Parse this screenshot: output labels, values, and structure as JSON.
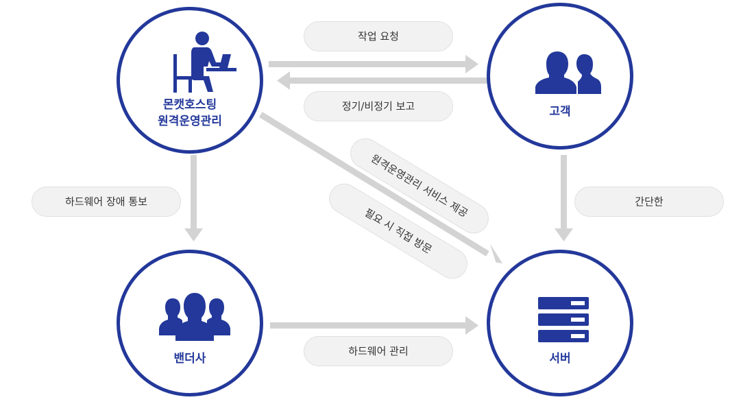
{
  "nodes": {
    "provider": {
      "line1": "몬캣호스팅",
      "line2": "원격운영관리"
    },
    "customer": {
      "label": "고객"
    },
    "vendor": {
      "label": "밴더사"
    },
    "server": {
      "label": "서버"
    }
  },
  "edges": {
    "work_request": "작업 요청",
    "regular_report": "정기/비정기 보고",
    "hw_fault": "하드웨어 장애 통보",
    "remote_service": "원격운영관리 서비스 제공",
    "visit": "필요 시 직접 방문",
    "simple": "간단한",
    "hw_manage": "하드웨어 관리"
  },
  "colors": {
    "node": "#23389a",
    "arrow": "#d3d3d3",
    "pill_bg": "#f2f2f2"
  }
}
